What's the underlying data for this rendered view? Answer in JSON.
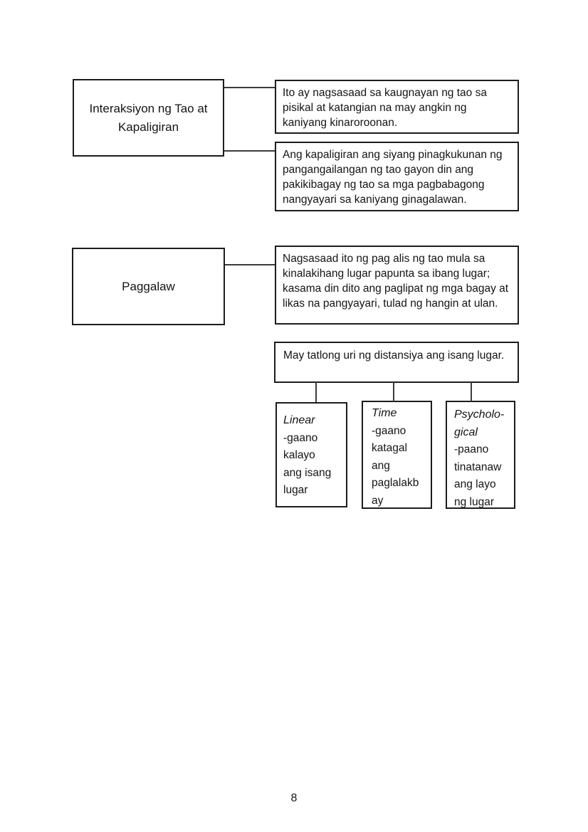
{
  "page": {
    "number": "8",
    "background": "#ffffff"
  },
  "colors": {
    "border": "#1c1c1c",
    "connector": "#3c3c3c",
    "text": "#141414"
  },
  "diagram": {
    "interaksiyon": {
      "title": "Interaksiyon ng Tao at Kapaligiran",
      "note1": "Ito ay nagsasaad sa kaugnayan ng tao sa pisikal at katangian na may angkin ng kaniyang kinaroroonan.",
      "note2": "Ang kapaligiran ang siyang pinagkukunan ng pangangailangan ng tao gayon din ang pakikibagay ng tao sa mga pagbabagong nangyayari sa kaniyang ginagalawan."
    },
    "paggalaw": {
      "title": "Paggalaw",
      "note1": "Nagsasaad ito ng pag alis ng tao mula sa kinalakihang lugar papunta sa ibang lugar; kasama din dito ang paglipat ng mga bagay at likas na pangyayari, tulad ng hangin at ulan.",
      "note2": "May tatlong uri ng distansiya ang isang lugar.",
      "distance_types": [
        {
          "title": "Linear",
          "desc": "-gaano\nkalayo\nang isang\nlugar"
        },
        {
          "title": "Time",
          "desc": "-gaano\nkatagal\nang\npaglalakb\nay"
        },
        {
          "title": "Psycholo-\ngical",
          "desc": "-paano\ntinatanaw\nang layo\nng lugar"
        }
      ]
    }
  }
}
